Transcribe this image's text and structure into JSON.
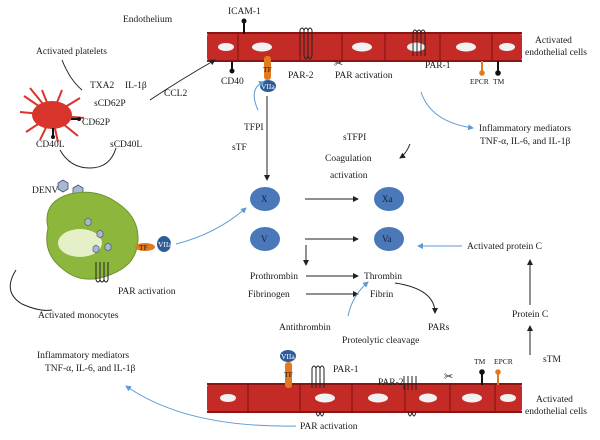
{
  "labels": {
    "endothelium": "Endothelium",
    "icam1": "ICAM-1",
    "activated_platelets": "Activated platelets",
    "txa2": "TXA2",
    "il1b_top": "IL-1β",
    "ccl2": "CCL2",
    "scd62p": "sCD62P",
    "cd62p": "CD62P",
    "cd40_top": "CD40",
    "tf_top": "TF",
    "viia_top": "VIIa",
    "par2_top": "PAR-2",
    "par_activation_top": "PAR activation",
    "par1_top": "PAR-1",
    "epcr_top": "EPCR",
    "tm_top": "TM",
    "activated_endothelial_top": "Activated",
    "activated_endothelial_top_2": "endothelial cells",
    "inflammatory_right_1": "Inflammatory mediators",
    "inflammatory_right_2": "TNF-α, IL-6, and IL-1β",
    "cd40l": "CD40L",
    "scd40l": "sCD40L",
    "tfpi": "TFPI",
    "stf": "sTF",
    "stfpi": "sTFPI",
    "coag_1": "Coagulation",
    "coag_2": "activation",
    "denv": "DENV",
    "node_x": "X",
    "node_xa": "Xa",
    "node_v": "V",
    "node_va": "Va",
    "activated_protein_c": "Activated protein C",
    "prothrombin": "Prothrombin",
    "fibrinogen": "Fibrinogen",
    "thrombin": "Thrombin",
    "fibrin": "Fibrin",
    "par_activation_mono": "PAR activation",
    "activated_monocytes": "Activated monocytes",
    "protein_c": "Protein C",
    "antithrombin": "Antithrombin",
    "proteolytic_cleavage": "Proteolytic cleavage",
    "pars": "PARs",
    "inflammatory_left_1": "Inflammatory mediators",
    "inflammatory_left_2": "TNF-α, IL-6, and IL-1β",
    "viia_bottom": "VIIa",
    "tf_bottom": "TF",
    "par1_bottom": "PAR-1",
    "par2_bottom": "PAR-2",
    "tm_bottom": "TM",
    "epcr_bottom": "EPCR",
    "stm": "sTM",
    "activated_endothelial_bottom": "Activated",
    "activated_endothelial_bottom_2": "endothelial cells",
    "par_activation_bottom": "PAR activation",
    "tf_mono": "TF",
    "viia_mono": "VIIa"
  },
  "colors": {
    "vessel": "#c42b27",
    "vessel_dark": "#9b1b18",
    "nucleus": "#f2f2f2",
    "platelet": "#d9342b",
    "monocyte": "#8cb63c",
    "monocyte_nucleus": "#e6f0c8",
    "factor_node": "#4a78b8",
    "tf_orange": "#e07b22",
    "viia_blue": "#2e5c9a",
    "virus": "#a9b8d1",
    "arrow_blue": "#5b9bd5"
  }
}
